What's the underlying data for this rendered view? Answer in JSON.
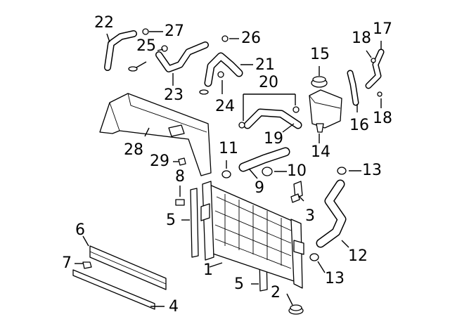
{
  "callouts": {
    "c1": "1",
    "c2": "2",
    "c3": "3",
    "c4": "4",
    "c5a": "5",
    "c5b": "5",
    "c6": "6",
    "c7": "7",
    "c8": "8",
    "c9": "9",
    "c10": "10",
    "c11": "11",
    "c12": "12",
    "c13a": "13",
    "c13b": "13",
    "c14": "14",
    "c15": "15",
    "c16": "16",
    "c17": "17",
    "c18a": "18",
    "c18b": "18",
    "c19": "19",
    "c20": "20",
    "c21": "21",
    "c22": "22",
    "c23": "23",
    "c24": "24",
    "c25": "25",
    "c26": "26",
    "c27": "27",
    "c28": "28",
    "c29": "29"
  },
  "colors": {
    "line": "#000000",
    "background": "#ffffff"
  }
}
